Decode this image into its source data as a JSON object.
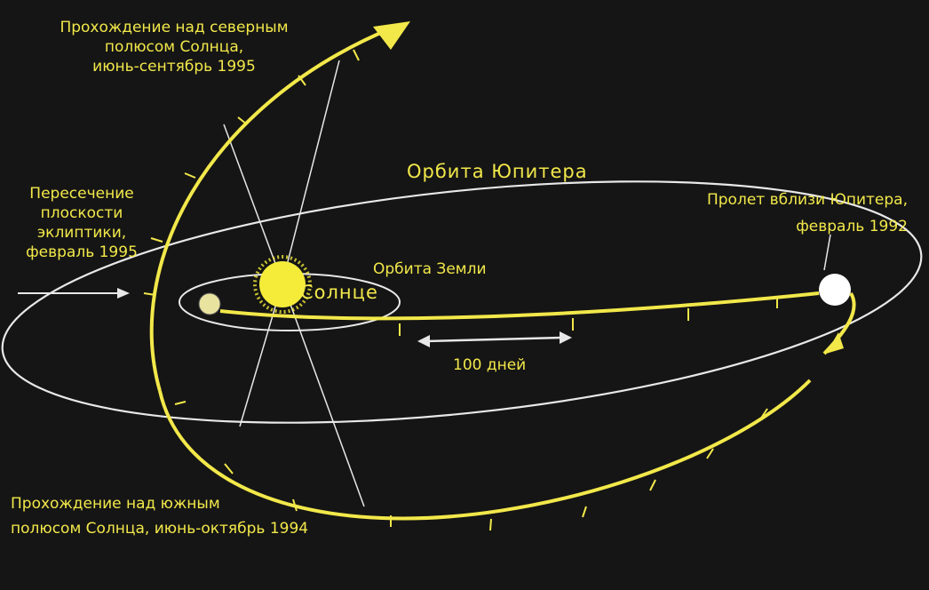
{
  "labels": {
    "north_pass": [
      "Прохождение над северным",
      "полюсом Солнца,",
      "июнь-сентябрь 1995"
    ],
    "jupiter_orbit": "Орбита Юпитера",
    "crossing": [
      "Пересечение",
      "плоскости",
      "эклиптики,",
      "февраль 1995"
    ],
    "flyby": [
      "Пролет вблизи Юпитера,",
      "февраль 1992"
    ],
    "earth_orbit": "Орбита Земли",
    "sun": "Солнце",
    "days": "100 дней",
    "south_pass": [
      "Прохождение над южным",
      "полюсом Солнца, июнь-октябрь 1994"
    ]
  },
  "colors": {
    "background": "#151515",
    "trajectory": "#f2e84a",
    "orbit_line": "#e8e8e8",
    "sun": "#f5ec3a",
    "jupiter": "#ffffff"
  }
}
